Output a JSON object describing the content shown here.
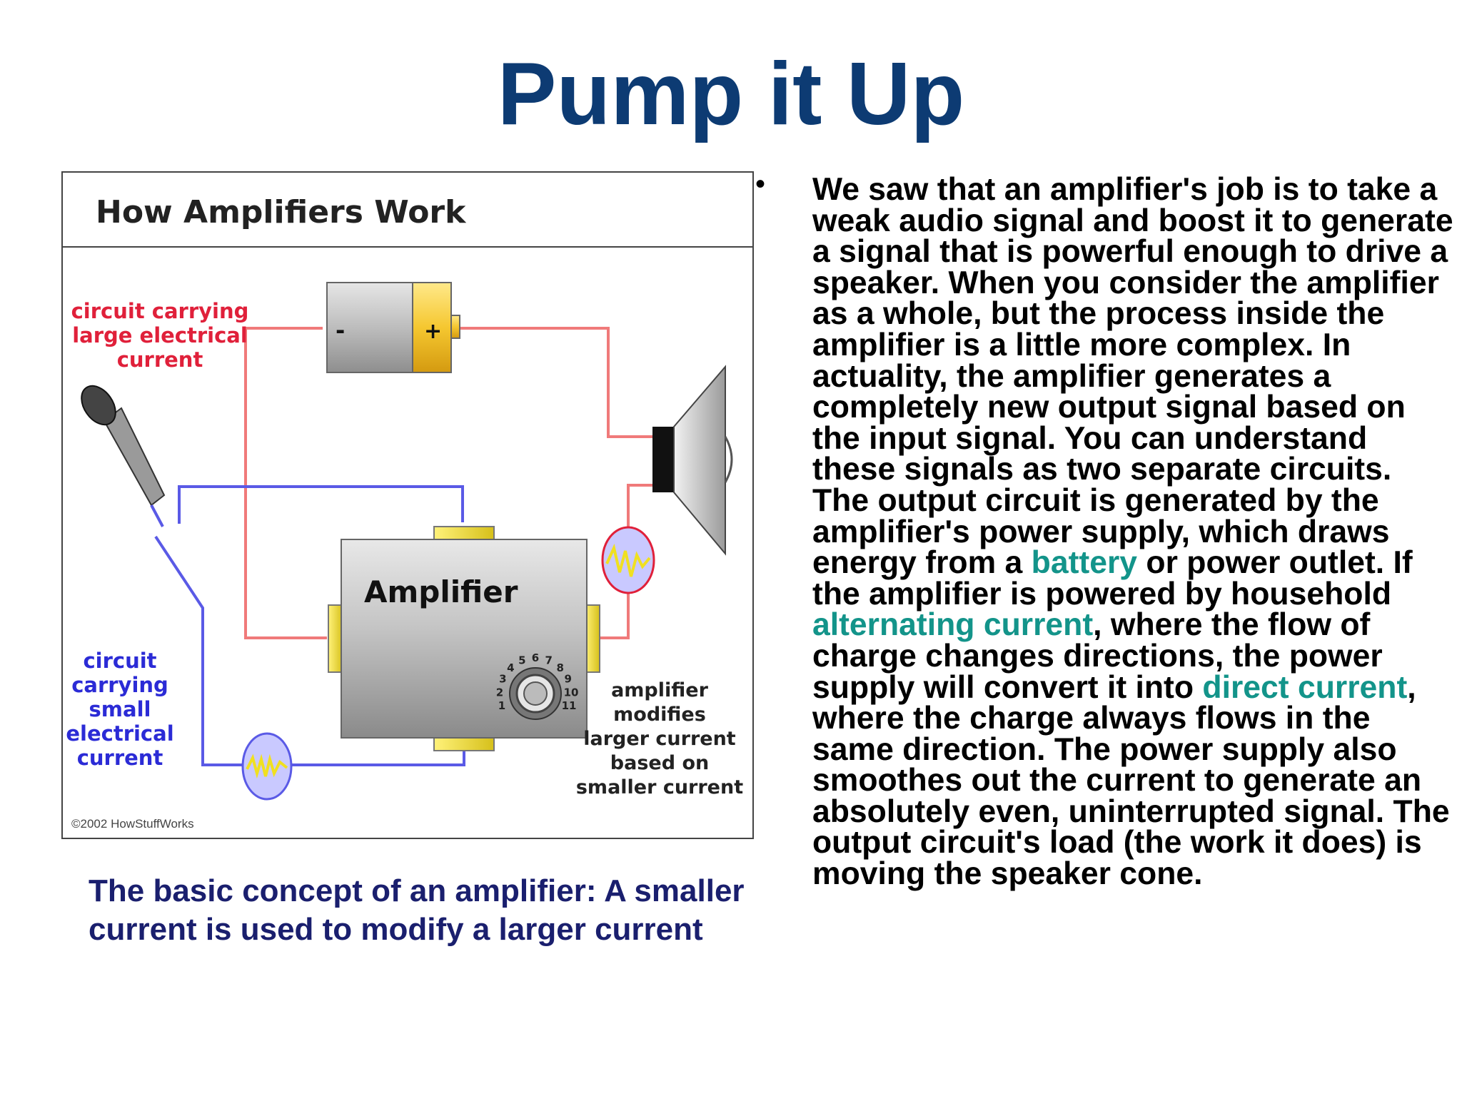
{
  "slide": {
    "title": "Pump it Up",
    "caption": "The basic concept of an amplifier: A smaller current is used to modify a larger current",
    "bullet_symbol": "•"
  },
  "diagram": {
    "heading": "How Amplifiers Work",
    "red_label": [
      "circuit carrying",
      "large electrical",
      "current"
    ],
    "blue_label": [
      "circuit",
      "carrying",
      "small",
      "electrical",
      "current"
    ],
    "amp_label": "Amplifier",
    "amp_note": [
      "amplifier",
      "modifies",
      "larger current",
      "based on",
      "smaller current"
    ],
    "battery_minus": "-",
    "battery_plus": "+",
    "copyright": "©2002 HowStuffWorks",
    "dial_digits": [
      "1",
      "2",
      "3",
      "4",
      "5",
      "6",
      "7",
      "8",
      "9",
      "10",
      "11"
    ]
  },
  "body": {
    "p1": "We saw that an amplifier's job is to take a weak audio signal and boost it to generate a signal that is powerful enough to drive a speaker. When you consider the amplifier as a whole, but the process inside the amplifier is a little more complex. In actuality, the amplifier generates a completely new output signal based on the input signal. You can understand these signals as two separate circuits. The output circuit is generated by the amplifier's power supply, which draws energy from a ",
    "link1": "battery",
    "p2": " or power outlet. If the amplifier is powered by household ",
    "link2": "alternating current",
    "p3": ", where the flow of charge changes directions, the power supply will convert it into ",
    "link3": "direct current",
    "p4": ", where the charge always flows in the same direction. The power supply also smoothes out the current to generate an absolutely even, uninterrupted signal. The output circuit's load (the work it does) is moving the speaker cone."
  },
  "colors": {
    "title": "#0d3b73",
    "caption": "#1a1f6e",
    "link": "#13948a",
    "red_wire": "#f07a7a",
    "blue_wire": "#5a5ae6"
  }
}
